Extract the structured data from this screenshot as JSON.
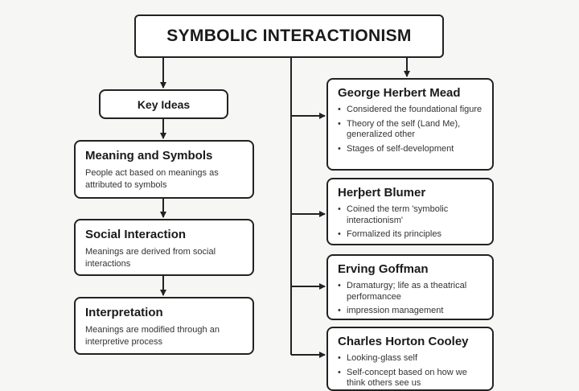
{
  "title": "SYMBOLIC INTERACTIONISM",
  "key_ideas": {
    "label": "Key Ideas",
    "items": [
      {
        "heading": "Meaning and Symbols",
        "text": "People act based on meanings as attributed to symbols"
      },
      {
        "heading": "Social Interaction",
        "text": "Meanings are derived from social interactions"
      },
      {
        "heading": "Interpretation",
        "text": "Meanings are modified through an interpretive process"
      }
    ]
  },
  "theorists": [
    {
      "name": "George Herbert Mead",
      "points": [
        "Considered the foundational figure",
        "Theory of the self (Land Me), generalized other",
        "Stages of self-development"
      ]
    },
    {
      "name": "Herþert Blumer",
      "points": [
        "Coined the term 'symbolic interactionism'",
        "Formalized its principles"
      ]
    },
    {
      "name": "Erving Goffman",
      "points": [
        "Dramaturgy; life as a theatrical performancee",
        "impression management"
      ]
    },
    {
      "name": "Charles Horton Cooley",
      "points": [
        "Looking-glass self",
        "Self-concept based on how we think others see us"
      ]
    }
  ]
}
